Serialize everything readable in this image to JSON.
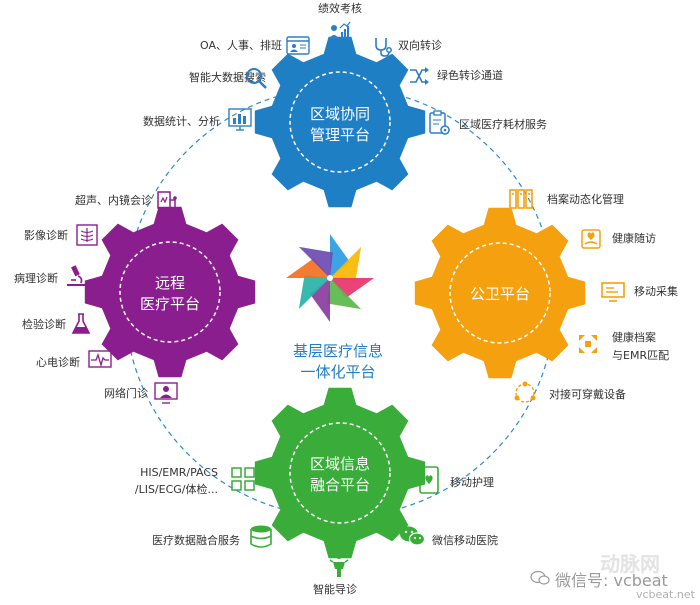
{
  "center": {
    "line1": "基层医疗信息",
    "line2": "一体化平台"
  },
  "colors": {
    "blue": "#1f7fc4",
    "orange": "#f5a00f",
    "purple": "#8b1e8e",
    "green": "#3aac3a",
    "pinwheel": [
      "#2c9be0",
      "#f8b800",
      "#e8336c",
      "#5ab94a",
      "#8a3ca0",
      "#27b3a8",
      "#f37021",
      "#6c4bb3"
    ]
  },
  "gears": {
    "blue": {
      "line1": "区域协同",
      "line2": "管理平台"
    },
    "orange": {
      "line1": "公卫平台"
    },
    "purple": {
      "line1": "远程",
      "line2": "医疗平台"
    },
    "green": {
      "line1": "区域信息",
      "line2": "融合平台"
    }
  },
  "features": {
    "jixiao": "绩效考核",
    "oa": "OA、人事、排班",
    "dashuju": "智能大数据搜索",
    "tongji": "数据统计、分析",
    "shuangxiang": "双向转诊",
    "lvse": "绿色转诊通道",
    "haocai": "区域医疗耗材服务",
    "dangan": "档案动态化管理",
    "suifang": "健康随访",
    "caiji": "移动采集",
    "emr1": "健康档案",
    "emr2": "与EMR匹配",
    "chuandai": "对接可穿戴设备",
    "chaosheng": "超声、内镜会诊",
    "yingxiang": "影像诊断",
    "bingli": "病理诊断",
    "jianyan": "检验诊断",
    "xindian": "心电诊断",
    "wangluo": "网络门诊",
    "his1": "HIS/EMR/PACS",
    "his2": "/LIS/ECG/体检...",
    "ronghe": "医疗数据融合服务",
    "huli": "移动护理",
    "weixin": "微信移动医院",
    "daozhen": "智能导诊"
  },
  "icons": {
    "jixiao": "people-chart-icon",
    "oa": "browser-user-icon",
    "dashuju": "magnifier-icon",
    "tongji": "bar-chart-icon",
    "shuangxiang": "stethoscope-icon",
    "lvse": "cross-arrows-icon",
    "haocai": "clipboard-gear-icon",
    "dangan": "folders-icon",
    "suifang": "hand-heart-icon",
    "caiji": "monitor-icon",
    "emr": "swap-icon",
    "chuandai": "watch-icon",
    "chaosheng": "ultrasound-icon",
    "yingxiang": "xray-icon",
    "bingli": "microscope-icon",
    "jianyan": "flask-icon",
    "xindian": "ecg-icon",
    "wangluo": "video-clinic-icon",
    "his": "modules-icon",
    "ronghe": "database-icon",
    "huli": "tablet-icon",
    "weixin": "wechat-icon",
    "daozhen": "guide-person-icon"
  },
  "watermark": {
    "label": "微信号: vcbeat",
    "logo": "动脉网",
    "site": "vcbeat.net"
  }
}
